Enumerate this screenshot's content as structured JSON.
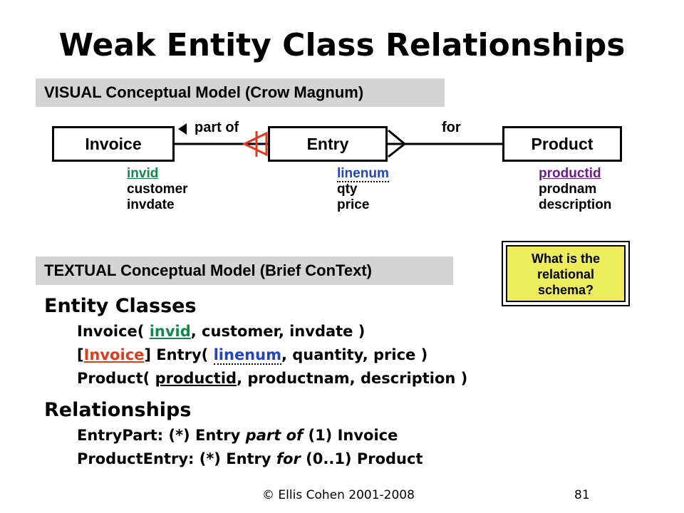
{
  "title": "Weak Entity Class Relationships",
  "visual_banner": "VISUAL Conceptual Model (Crow Magnum)",
  "textual_banner": "TEXTUAL Conceptual Model (Brief ConText)",
  "entities": {
    "invoice": "Invoice",
    "entry": "Entry",
    "product": "Product"
  },
  "relationship_labels": {
    "part_of": "part of",
    "for": "for"
  },
  "attributes": {
    "invoice": [
      "invid",
      "customer",
      "invdate"
    ],
    "entry": [
      "linenum",
      "qty",
      "price"
    ],
    "product": [
      "productid",
      "prodnam",
      "description"
    ]
  },
  "question": {
    "line1": "What is the",
    "line2": "relational",
    "line3": "schema?"
  },
  "colors": {
    "banner_bg": "#d4d4d4",
    "question_bg": "#eded5c",
    "key_green": "#0e8a4a",
    "key_blue": "#2244c4",
    "key_red": "#e03a1a",
    "weak_marker": "#e03a1a"
  },
  "entity_classes": {
    "heading": "Entity Classes",
    "invoice": {
      "name": "Invoice( ",
      "key": "invid",
      "rest": ", customer, invdate )"
    },
    "entry": {
      "open": "[",
      "owner": "Invoice",
      "mid": "] Entry( ",
      "key": "linenum",
      "rest": ", quantity, price )"
    },
    "product": {
      "name": "Product( ",
      "key": "productid",
      "rest": ", productnam, description )"
    }
  },
  "relationships": {
    "heading": "Relationships",
    "entry_part": {
      "prefix": "EntryPart: (*) Entry ",
      "verb": "part of",
      "suffix": " (1) Invoice"
    },
    "product_entry": {
      "prefix": "ProductEntry: (*) Entry ",
      "verb": "for",
      "suffix": " (0..1) Product"
    }
  },
  "footer": {
    "copyright": "© Ellis Cohen 2001-2008",
    "page_number": "81"
  }
}
